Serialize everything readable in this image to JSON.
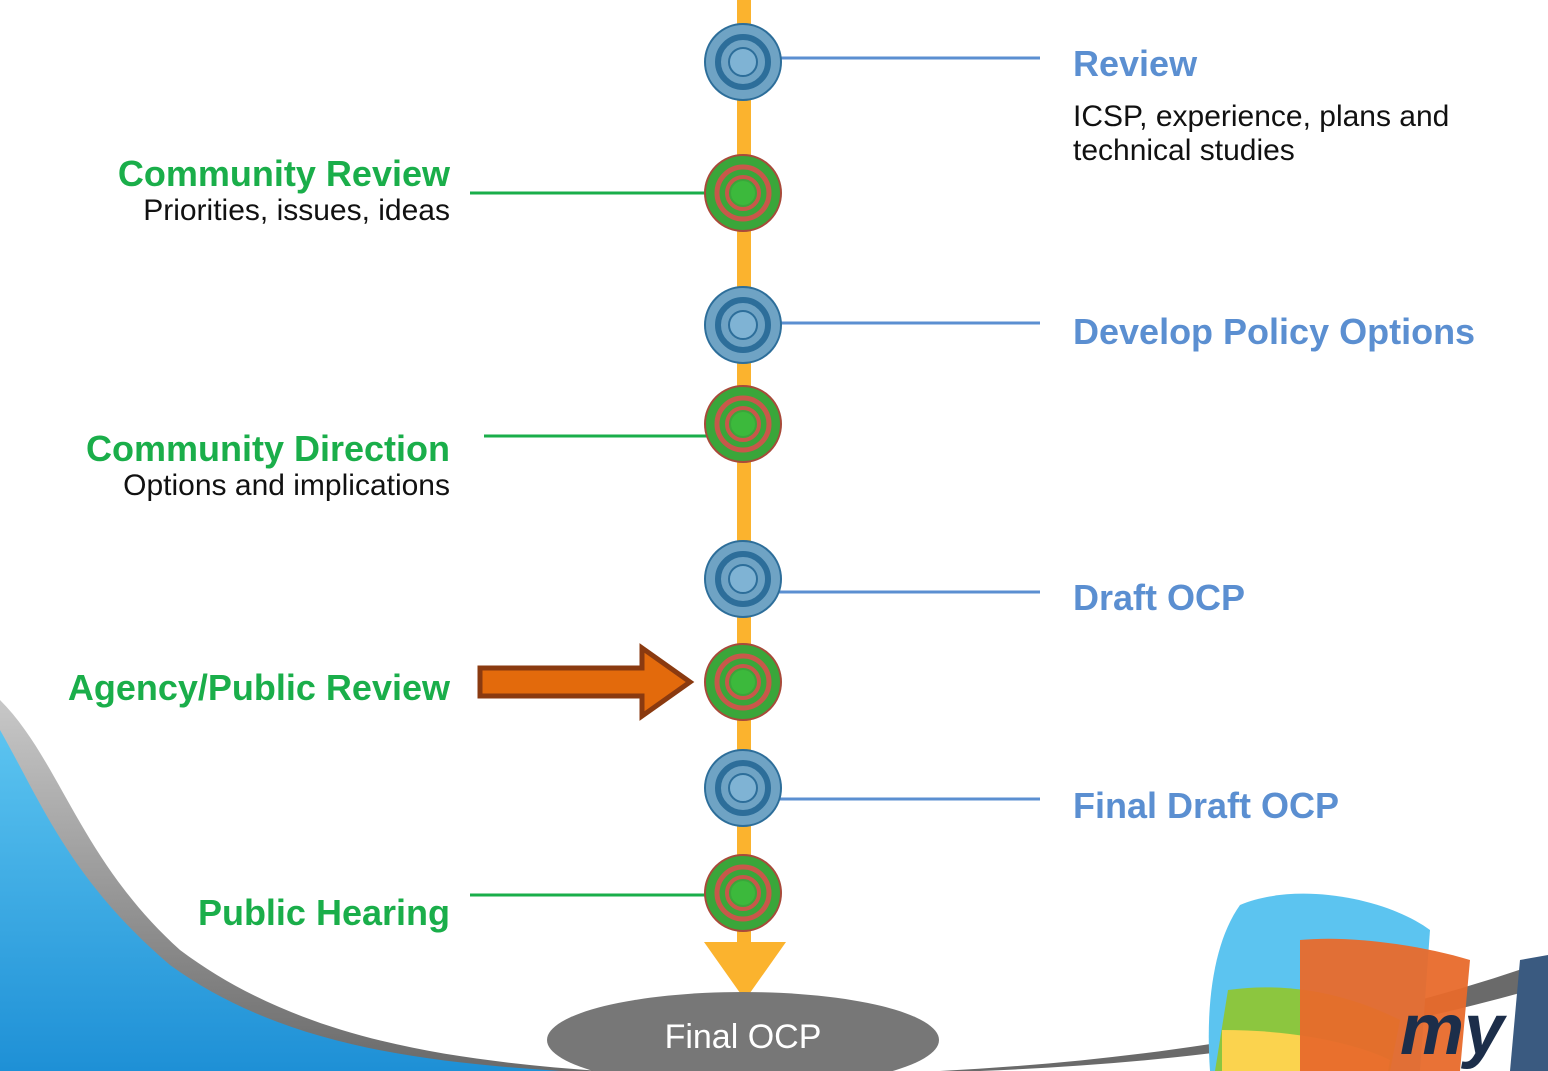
{
  "colors": {
    "timeline": "#fbb32e",
    "green_stage": "#1aae4a",
    "blue_stage": "#5b8fd1",
    "arrow": "#e36a0c",
    "final_ellipse": "#777777",
    "background_swoosh": "#2ea8e0"
  },
  "stages_left": [
    {
      "title": "Community Review",
      "subtitle": "Priorities, issues, ideas"
    },
    {
      "title": "Community Direction",
      "subtitle": "Options and implications"
    },
    {
      "title": "Agency/Public Review",
      "subtitle": ""
    },
    {
      "title": "Public Hearing",
      "subtitle": ""
    }
  ],
  "stages_right": [
    {
      "title": "Review",
      "subtitle_line1": "ICSP, experience, plans and",
      "subtitle_line2": "technical studies"
    },
    {
      "title": "Develop Policy Options"
    },
    {
      "title": "Draft OCP"
    },
    {
      "title": "Final Draft OCP"
    }
  ],
  "final": {
    "label": "Final OCP"
  },
  "current_stage_marker": "Agency/Public Review",
  "logo": {
    "text": "my"
  }
}
